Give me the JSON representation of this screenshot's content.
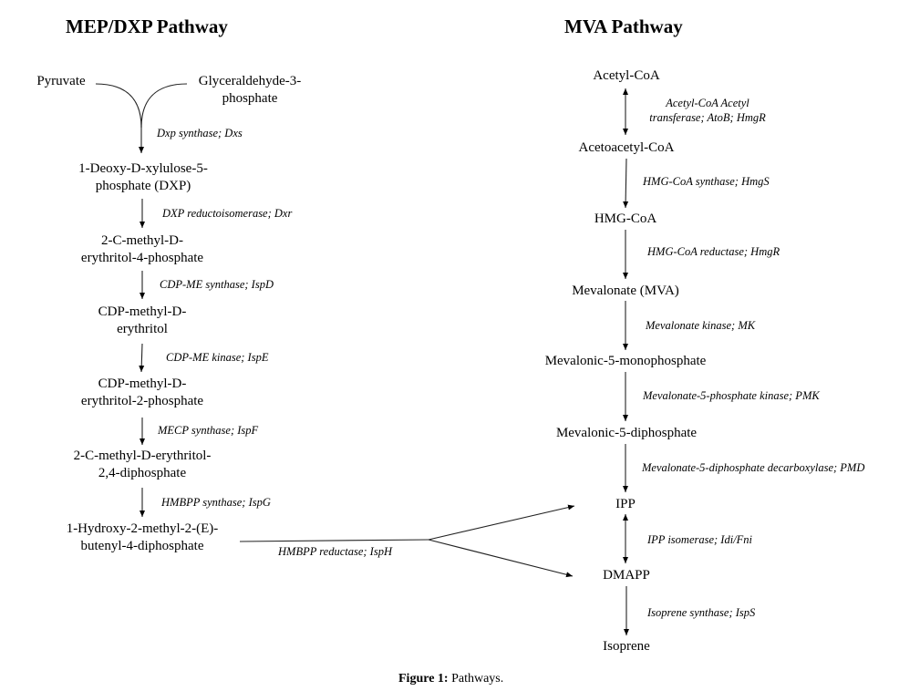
{
  "figure": {
    "caption_label": "Figure 1:",
    "caption_text": " Pathways."
  },
  "mep": {
    "title": "MEP/DXP Pathway",
    "inputs": [
      "Pyruvate",
      "Glyceraldehyde-3-\nphosphate"
    ],
    "nodes": [
      "1-Deoxy-D-xylulose-5-\nphosphate (DXP)",
      "2-C-methyl-D-\nerythritol-4-phosphate",
      "CDP-methyl-D-\nerythritol",
      "CDP-methyl-D-\nerythritol-2-phosphate",
      "2-C-methyl-D-erythritol-\n2,4-diphosphate",
      "1-Hydroxy-2-methyl-2-(E)-\nbutenyl-4-diphosphate"
    ],
    "enzymes": [
      "Dxp synthase; Dxs",
      "DXP reductoisomerase; Dxr",
      "CDP-ME synthase; IspD",
      "CDP-ME kinase; IspE",
      "MECP synthase; IspF",
      "HMBPP synthase; IspG",
      "HMBPP reductase; IspH"
    ]
  },
  "mva": {
    "title": "MVA Pathway",
    "nodes": [
      "Acetyl-CoA",
      "Acetoacetyl-CoA",
      "HMG-CoA",
      "Mevalonate (MVA)",
      "Mevalonic-5-monophosphate",
      "Mevalonic-5-diphosphate",
      "IPP",
      "DMAPP",
      "Isoprene"
    ],
    "enzymes": [
      "Acetyl-CoA Acetyl\ntransferase; AtoB; HmgR",
      "HMG-CoA synthase; HmgS",
      "HMG-CoA reductase; HmgR",
      "Mevalonate kinase; MK",
      "Mevalonate-5-phosphate kinase; PMK",
      "Mevalonate-5-diphosphate decarboxylase; PMD",
      "IPP isomerase; Idi/Fni",
      "Isoprene synthase; IspS"
    ]
  }
}
